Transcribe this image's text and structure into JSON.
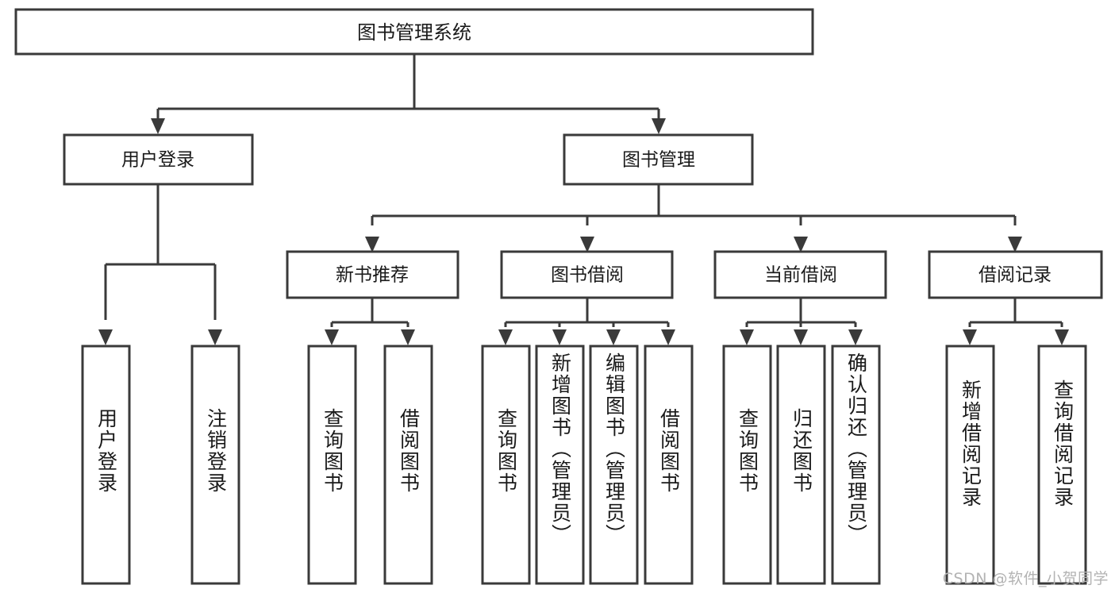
{
  "diagram": {
    "type": "tree",
    "title": "图书管理系统",
    "watermark": "CSDN @软件_小贺同学",
    "colors": {
      "box_stroke": "#3a3a3a",
      "box_fill": "#ffffff",
      "text": "#1a1a1a",
      "connector": "#3a3a3a",
      "background": "#ffffff",
      "watermark": "#b3b3b3"
    },
    "root": {
      "id": "root",
      "label": "图书管理系统"
    },
    "level1": [
      {
        "id": "user-login",
        "label": "用户登录"
      },
      {
        "id": "book-management",
        "label": "图书管理"
      }
    ],
    "level2": [
      {
        "id": "new-book-recommend",
        "label": "新书推荐",
        "parent": "book-management"
      },
      {
        "id": "book-borrow",
        "label": "图书借阅",
        "parent": "book-management"
      },
      {
        "id": "current-borrow",
        "label": "当前借阅",
        "parent": "book-management"
      },
      {
        "id": "borrow-record",
        "label": "借阅记录",
        "parent": "book-management"
      }
    ],
    "leaves": [
      {
        "id": "leaf-user-login",
        "label": "用户登录",
        "parent": "user-login"
      },
      {
        "id": "leaf-logout-login",
        "label": "注销登录",
        "parent": "user-login"
      },
      {
        "id": "leaf-query-book-1",
        "label": "查询图书",
        "parent": "new-book-recommend"
      },
      {
        "id": "leaf-borrow-book-1",
        "label": "借阅图书",
        "parent": "new-book-recommend"
      },
      {
        "id": "leaf-query-book-2",
        "label": "查询图书",
        "parent": "book-borrow"
      },
      {
        "id": "leaf-add-book",
        "label": "新增图书（管理员）",
        "parent": "book-borrow"
      },
      {
        "id": "leaf-edit-book",
        "label": "编辑图书（管理员）",
        "parent": "book-borrow"
      },
      {
        "id": "leaf-borrow-book-2",
        "label": "借阅图书",
        "parent": "book-borrow"
      },
      {
        "id": "leaf-query-book-3",
        "label": "查询图书",
        "parent": "current-borrow"
      },
      {
        "id": "leaf-return-book",
        "label": "归还图书",
        "parent": "current-borrow"
      },
      {
        "id": "leaf-confirm-return",
        "label": "确认归还（管理员）",
        "parent": "current-borrow"
      },
      {
        "id": "leaf-add-record",
        "label": "新增借阅记录",
        "parent": "borrow-record"
      },
      {
        "id": "leaf-query-record",
        "label": "查询借阅记录",
        "parent": "borrow-record"
      }
    ]
  }
}
